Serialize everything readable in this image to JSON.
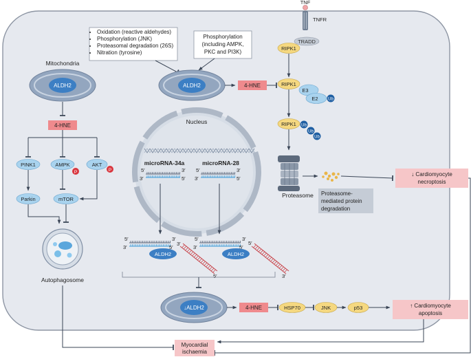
{
  "receptor": {
    "ligand": "TNF",
    "receptor": "TNFR",
    "adaptor": "TRADD",
    "kinase": "RIPK1"
  },
  "modifications": {
    "left_items": [
      "Oxidation (reactive aldehydes)",
      "Phosphorylation (JNK)",
      "Proteasomal degradation (26S)",
      "Nitration (tyrosine)"
    ],
    "right_line1": "Phosphorylation",
    "right_line2": "(including AMPK,",
    "right_line3": "PKC and PI3K)"
  },
  "mitochondria": {
    "title": "Mitochondria",
    "enzyme": "ALDH2",
    "enzyme_down": "↓ALDH2"
  },
  "aldehyde": "4-HNE",
  "left_pathway": {
    "pink1": "PINK1",
    "ampk": "AMPK",
    "akt": "AKT",
    "parkin": "Parkin",
    "mtor": "mTOR",
    "p": "P",
    "autophagosome": "Autophagosome"
  },
  "nucleus": {
    "title": "Nucleus",
    "mirna1": "microRNA-34a",
    "mirna2": "microRNA-28",
    "five": "5′",
    "three": "3′"
  },
  "ubiquitin": {
    "e3": "E3",
    "e2": "E2",
    "ub": "Ub"
  },
  "proteasome": {
    "label": "Proteasome",
    "degradation_l1": "Proteasome-",
    "degradation_l2": "mediated protein",
    "degradation_l3": "degradation"
  },
  "bottom_pathway": {
    "hsp70": "HSP70",
    "jnk": "JNK",
    "p53": "p53"
  },
  "outcomes": {
    "necroptosis_l1": "↓ Cardiomyocyte",
    "necroptosis_l2": "necroptosis",
    "apoptosis_l1": "↑ Cardiomyocyte",
    "apoptosis_l2": "apoptosis",
    "ischaemia_l1": "Myocardial",
    "ischaemia_l2": "ischaemia"
  },
  "colors": {
    "cell": "#e6e9ef",
    "cell_border": "#8d95a3",
    "mito": "#93a6bf",
    "aldh2": "#3c7fc4",
    "light_blue": "#a9d3ee",
    "yellow": "#f5d880",
    "pink": "#f6c6c8",
    "hne": "#ef8a8d",
    "ub": "#1f5fa3",
    "p_red": "#d9363e"
  }
}
